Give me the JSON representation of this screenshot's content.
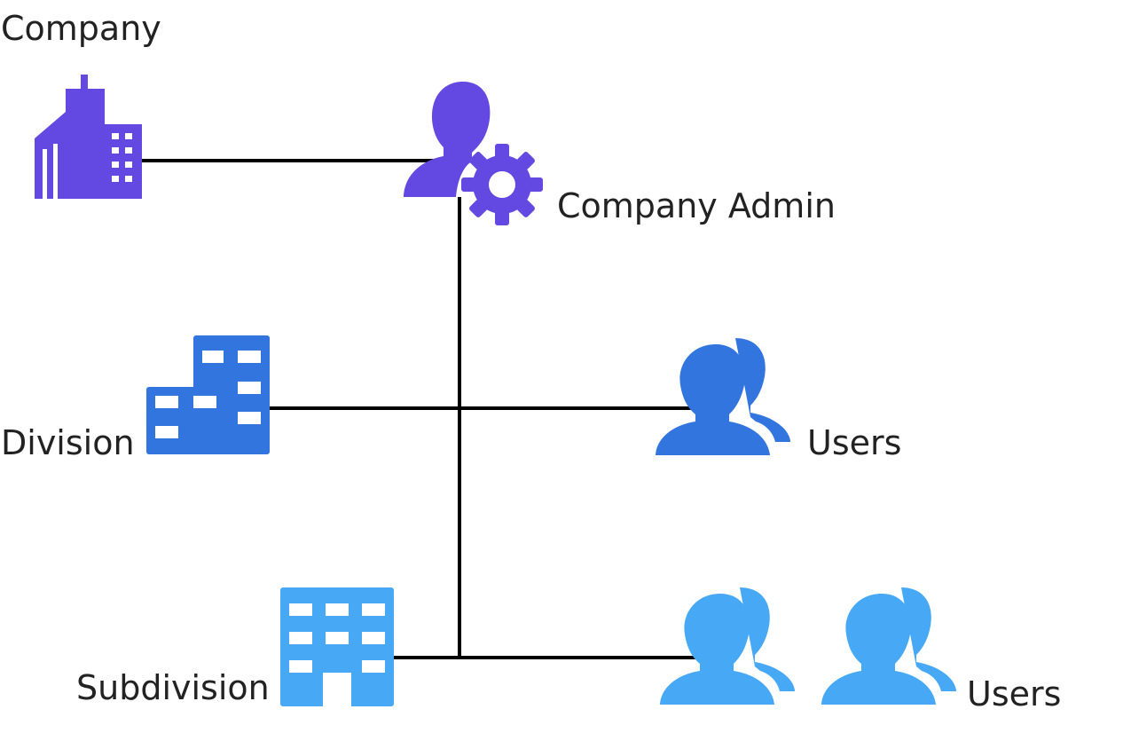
{
  "labels": {
    "company": "Company",
    "company_admin": "Company Admin",
    "division": "Division",
    "division_users": "Users",
    "subdivision": "Subdivision",
    "subdivision_users": "Users"
  },
  "icons": {
    "company": "company-building-icon",
    "admin": "admin-gear-user-icon",
    "division": "division-buildings-icon",
    "division_users": "users-group-icon",
    "subdivision": "subdivision-building-icon",
    "subdivision_users": "users-group-icon"
  },
  "colors": {
    "company": "#6348e2",
    "division": "#3275df",
    "subdivision": "#47a9f5",
    "connector": "#000000",
    "text": "#222222",
    "window": "#ffffff"
  }
}
